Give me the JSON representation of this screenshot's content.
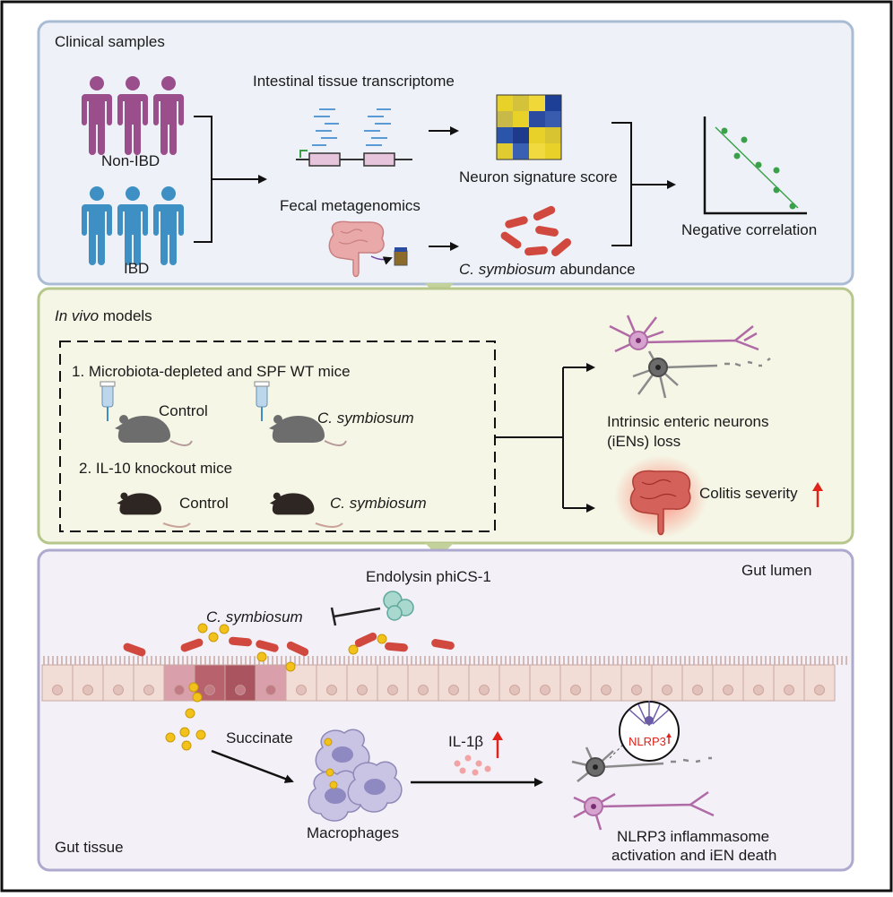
{
  "panel1": {
    "title": "Clinical samples",
    "group_a": "Non-IBD",
    "group_b": "IBD",
    "transcriptome": "Intestinal tissue transcriptome",
    "neuron_score": "Neuron signature score",
    "metagenomics": "Fecal metagenomics",
    "abundance_species": "C. symbiosum",
    "abundance_word": "abundance",
    "correlation": "Negative correlation"
  },
  "panel2": {
    "title_italic": "In vivo",
    "title_rest": "models",
    "item1": "1.  Microbiota-depleted and SPF WT mice",
    "control1": "Control",
    "symb1": "C. symbiosum",
    "item2": "2. IL-10 knockout mice",
    "control2": "Control",
    "symb2": "C. symbiosum",
    "ien_loss_line1": "Intrinsic enteric neurons",
    "ien_loss_line2": "(iENs) loss",
    "colitis": "Colitis severity"
  },
  "panel3": {
    "lumen": "Gut lumen",
    "endolysin": "Endolysin phiCS-1",
    "symb": "C. symbiosum",
    "succinate": "Succinate",
    "il1b": "IL-1β",
    "nlrp3_badge": "NLRP3",
    "macrophages": "Macrophages",
    "outcome_line1": "NLRP3 inflammasome",
    "outcome_line2": "activation and iEN death",
    "tissue": "Gut tissue"
  },
  "colors": {
    "panel1_bg": "#eef2f8",
    "panel1_border": "#a9bcd4",
    "panel2_bg": "#f5f6e6",
    "panel2_border": "#b5c78a",
    "panel3_bg": "#f3f0f7",
    "panel3_border": "#aeaacf",
    "non_ibd": "#9a4f8c",
    "ibd": "#3d8fc4",
    "bacteria": "#d1483f",
    "succinate": "#f2c21a",
    "up_arrow": "#e0231b",
    "correlation_line": "#3aa14a"
  }
}
